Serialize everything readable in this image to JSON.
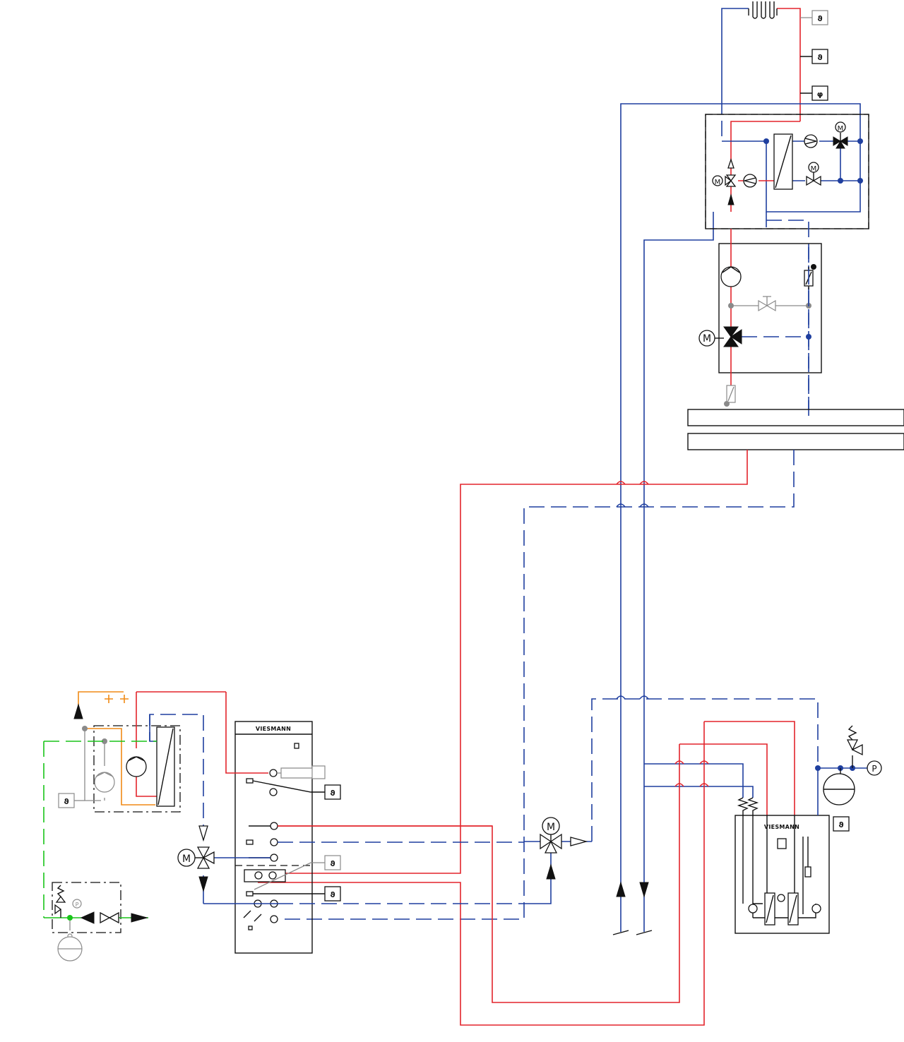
{
  "diagram": {
    "brand_text": "VIESMANN",
    "motor_label": "M",
    "pressure_label": "P",
    "temperature_symbol": "ϑ",
    "humidity_symbol": "φ",
    "pipe_colors": {
      "supply": "#e3242b",
      "return": "#1f3f9f",
      "brine": "#19c419",
      "refrigerant": "#f08a16",
      "auxiliary": "#8a8a8a"
    },
    "icons": [
      "pump-icon",
      "motorized-valve-icon",
      "check-valve-icon",
      "safety-valve-icon",
      "expansion-vessel-icon",
      "heat-exchanger-icon",
      "temperature-sensor-icon",
      "humidity-sensor-icon",
      "pressure-gauge-icon",
      "gate-valve-icon",
      "radiator-icon"
    ]
  }
}
